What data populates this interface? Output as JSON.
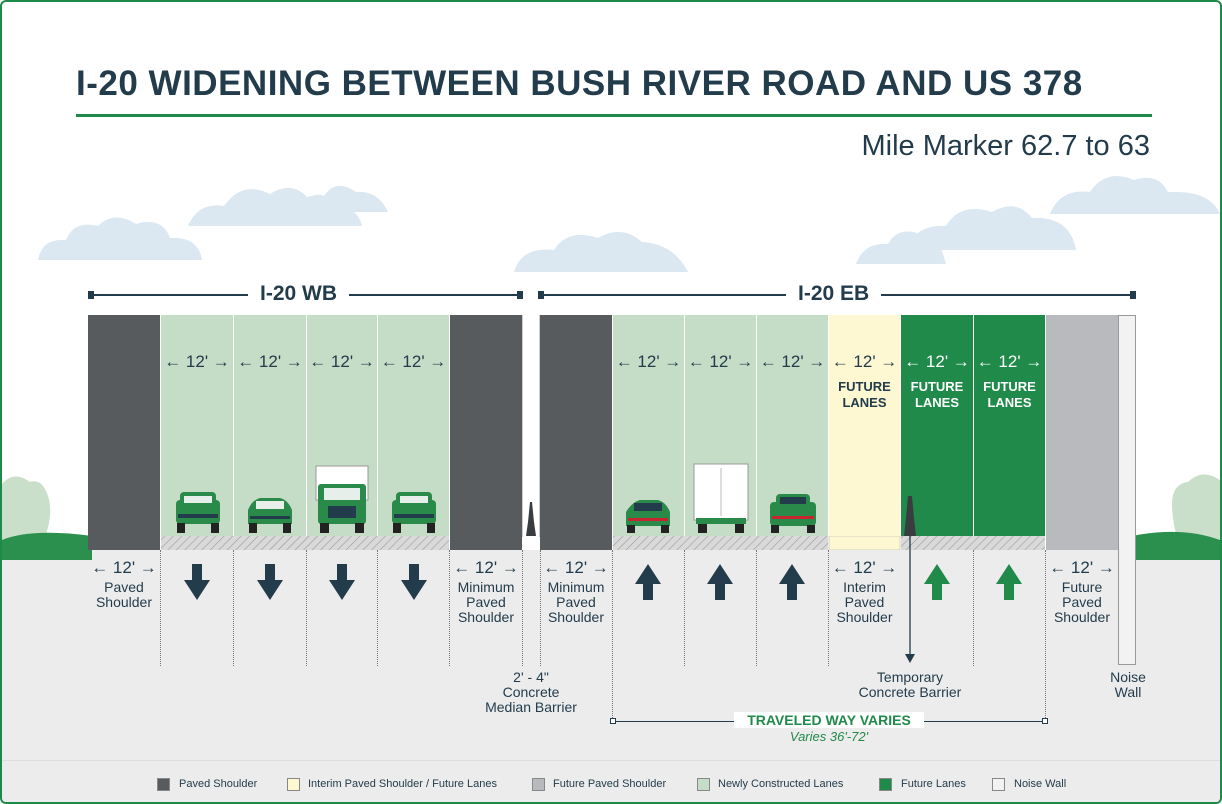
{
  "title": "I-20 WIDENING BETWEEN BUSH RIVER ROAD AND US 378",
  "subtitle": "Mile Marker 62.7 to 63",
  "direction_wb": "I-20 WB",
  "direction_eb": "I-20 EB",
  "lane_width": "12'",
  "future_lanes_line1": "FUTURE",
  "future_lanes_line2": "LANES",
  "bottom_labels": {
    "paved_shoulder": [
      "Paved",
      "Shoulder"
    ],
    "min_shoulder_wb": [
      "Minimum",
      "Paved",
      "Shoulder"
    ],
    "min_shoulder_eb": [
      "Minimum",
      "Paved",
      "Shoulder"
    ],
    "interim_shoulder": [
      "Interim",
      "Paved",
      "Shoulder"
    ],
    "future_shoulder": [
      "Future",
      "Paved",
      "Shoulder"
    ],
    "median_barrier": [
      "2' - 4\"",
      "Concrete",
      "Median Barrier"
    ],
    "temp_barrier": [
      "Temporary",
      "Concrete Barrier"
    ],
    "noise_wall": [
      "Noise",
      "Wall"
    ]
  },
  "traveled_way": "TRAVELED WAY VARIES",
  "traveled_way_sub": "Varies 36'-72'",
  "colors": {
    "dark_gray": "#585b5e",
    "light_green": "#c5dcc6",
    "cream": "#fdf7d2",
    "dark_green": "#1f8a49",
    "future_gray": "#b8babd",
    "navy": "#233c4c"
  },
  "legend": [
    {
      "label": "Paved Shoulder",
      "color": "#585b5e"
    },
    {
      "label": "Interim Paved Shoulder / Future Lanes",
      "color": "#fdf7d2"
    },
    {
      "label": "Future Paved Shoulder",
      "color": "#b8babd"
    },
    {
      "label": "Newly Constructed Lanes",
      "color": "#c5dcc6"
    },
    {
      "label": "Future Lanes",
      "color": "#1f8a49"
    },
    {
      "label": "Noise Wall",
      "color": "#f2f2f2"
    }
  ]
}
